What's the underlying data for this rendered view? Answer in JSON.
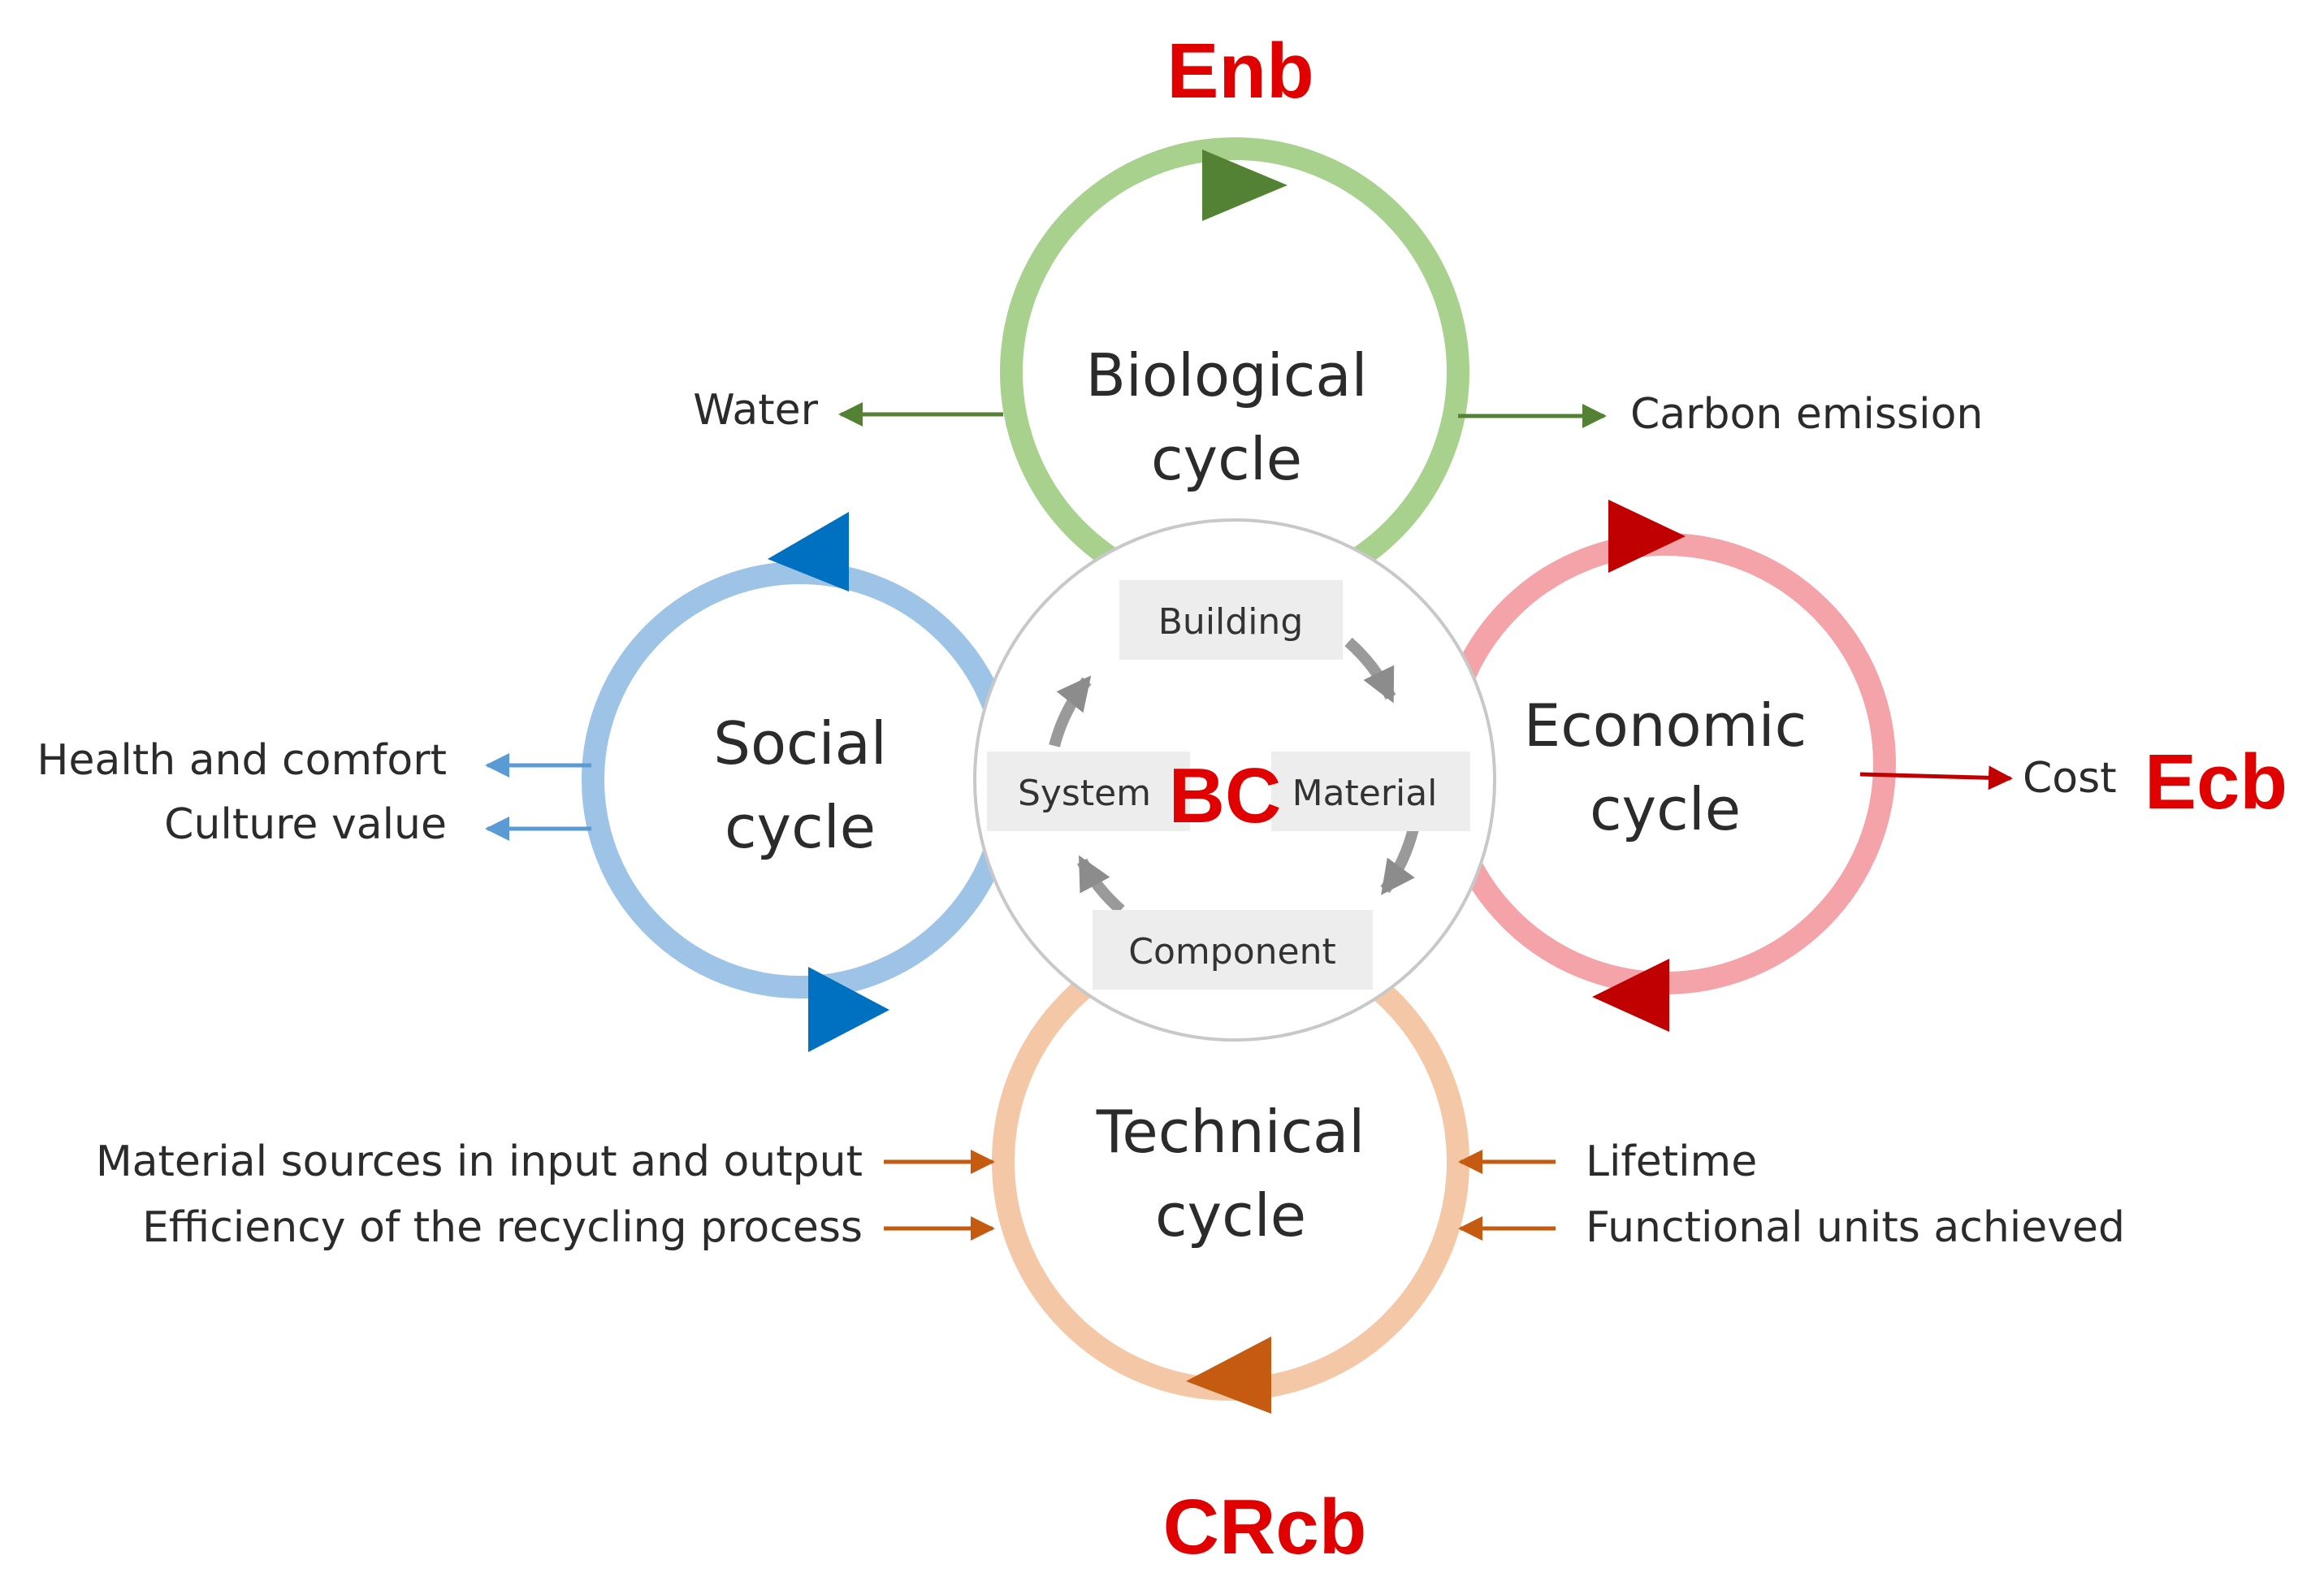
{
  "colors": {
    "biological_ring": "#a9d18e",
    "biological_arrow": "#548235",
    "economic_ring": "#f4a3a8",
    "economic_arrow": "#c00000",
    "technical_ring": "#f4c7a6",
    "technical_arrow": "#c55a11",
    "social_ring": "#9dc3e6",
    "social_arrow": "#0070c0",
    "inner_arrows": "#8c8c8c",
    "box_fill": "#ededed",
    "marker_text": "#e00000"
  },
  "markers": {
    "top": "Enb",
    "right": "Ecb",
    "bottom": "CRcb",
    "center": "BC"
  },
  "cycles": {
    "biological": {
      "line1": "Biological",
      "line2": "cycle"
    },
    "social": {
      "line1": "Social",
      "line2": "cycle"
    },
    "economic": {
      "line1": "Economic",
      "line2": "cycle"
    },
    "technical": {
      "line1": "Technical",
      "line2": "cycle"
    }
  },
  "center_boxes": {
    "top": "Building",
    "left": "System",
    "right": "Material",
    "bottom": "Component"
  },
  "outputs": {
    "biological_left": "Water",
    "biological_right": "Carbon emission",
    "economic": "Cost",
    "social": [
      "Health and comfort",
      "Culture value"
    ]
  },
  "inputs": {
    "technical_left": [
      "Material sources in input and output",
      "Efficiency of the recycling process"
    ],
    "technical_right": [
      "Lifetime",
      "Functional units achieved"
    ]
  }
}
